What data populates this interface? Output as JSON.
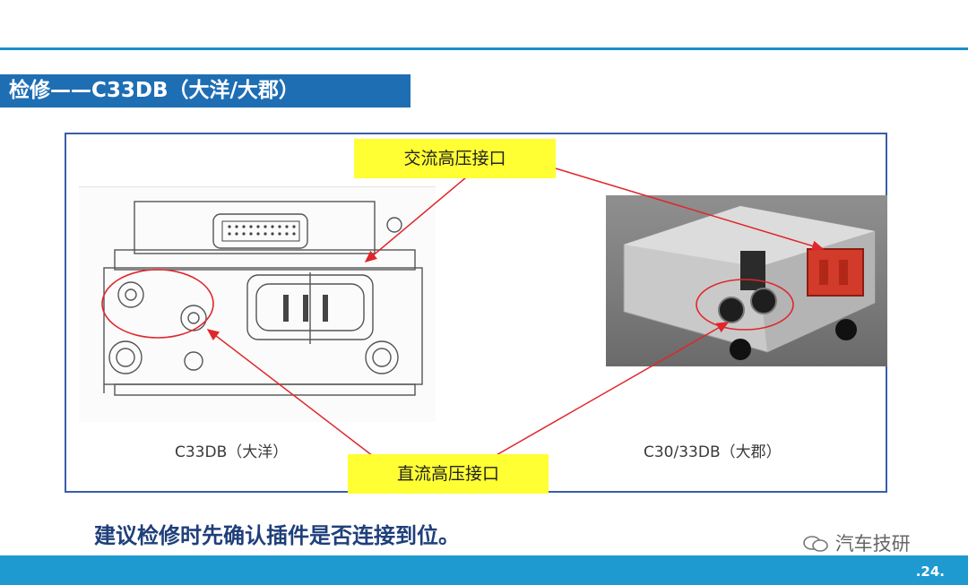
{
  "slide": {
    "title": "检修——C33DB（大洋/大郡）",
    "colors": {
      "title_bar": "#1e6eb4",
      "rule": "#1e8fc8",
      "frame": "#3a5ea8",
      "callout": "#ffff33",
      "arrow": "#e0262b",
      "footer": "#1e9ad0"
    }
  },
  "callouts": {
    "ac_port": "交流高压接口",
    "dc_port": "直流高压接口"
  },
  "figures": {
    "left_caption": "C33DB（大洋）",
    "right_caption": "C30/33DB（大郡）"
  },
  "note": "建议检修时先确认插件是否连接到位。",
  "watermark": {
    "icon": "wechat-icon",
    "text": "汽车技研"
  },
  "footer": {
    "page": ".24."
  }
}
